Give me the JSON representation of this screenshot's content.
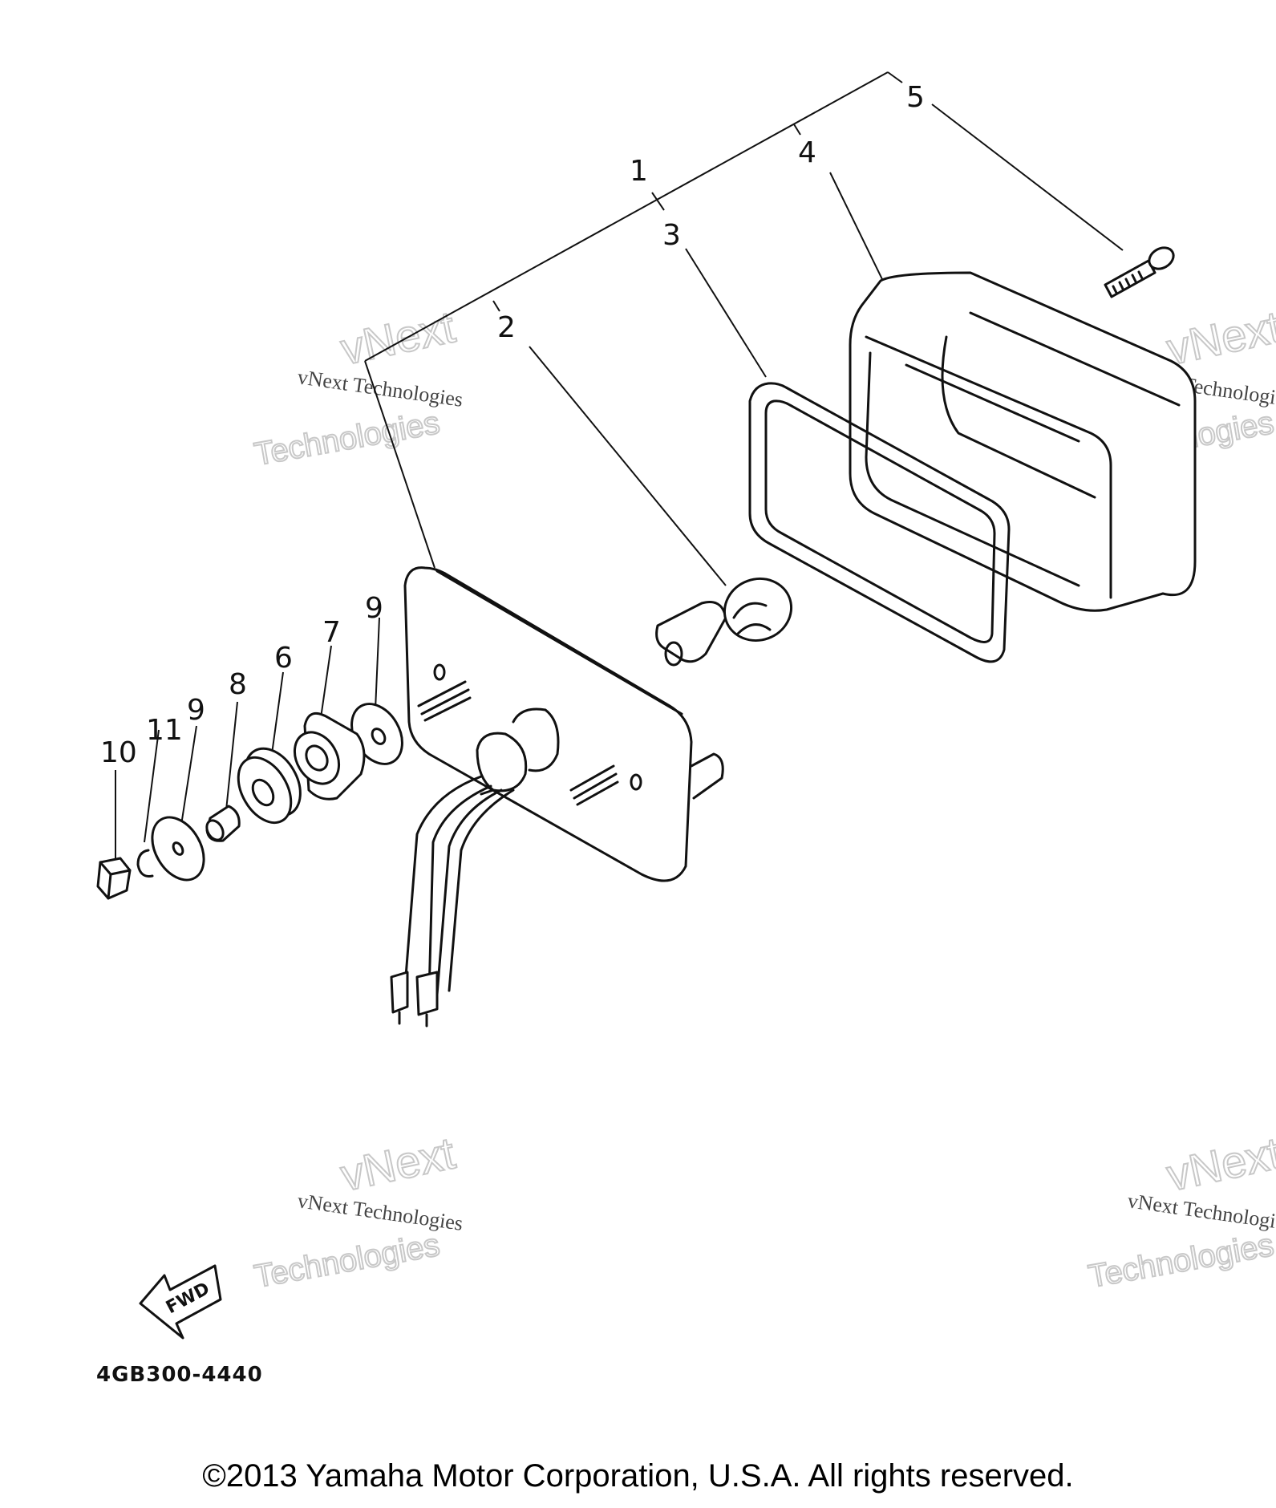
{
  "callouts": [
    "1",
    "2",
    "3",
    "4",
    "5",
    "6",
    "7",
    "8",
    "9",
    "9",
    "10",
    "11"
  ],
  "watermark": {
    "small": "vNext Technologies",
    "outline_top": "vNext",
    "outline_bottom": "Technologies"
  },
  "fwd_label": "FWD",
  "diagram_code": "4GB300-4440",
  "copyright": "©2013 Yamaha Motor Corporation, U.S.A. All rights reserved."
}
